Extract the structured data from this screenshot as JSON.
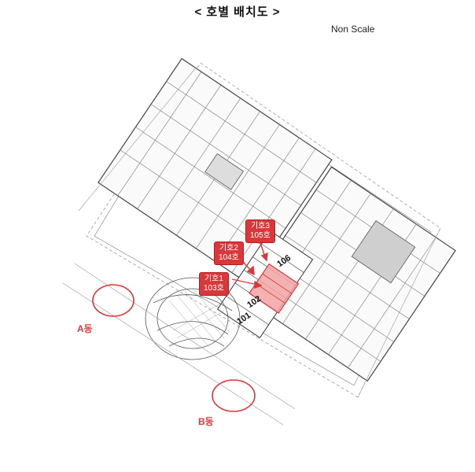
{
  "header": {
    "title": "< 호별 배치도 >",
    "scale_note": "Non Scale"
  },
  "callouts": [
    {
      "line1": "기호1",
      "line2": "103호"
    },
    {
      "line1": "기호2",
      "line2": "104호"
    },
    {
      "line1": "기호3",
      "line2": "105호"
    }
  ],
  "units": {
    "u101": "101",
    "u102": "102",
    "u106": "106"
  },
  "buildings": {
    "a": "A동",
    "b": "B동"
  },
  "colors": {
    "accent": "#d9383a",
    "highlight": "#f2a3a3",
    "line": "#555555"
  }
}
